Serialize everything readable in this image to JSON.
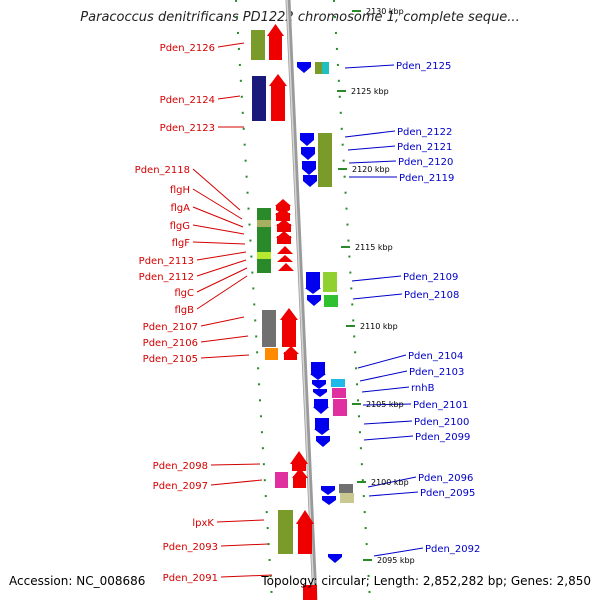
{
  "title": "Paracoccus denitrificans PD1222 chromosome 1, complete seque...",
  "footer": {
    "accession": "Accession: NC_008686",
    "topology": "Topology: circular; Length: 2,852,282 bp; Genes: 2,850"
  },
  "colors": {
    "reverse_label": "#d40000",
    "forward_label": "#0000c8",
    "backbone": "#9a9a9a",
    "tick": "#2a8a2a"
  },
  "scale_labels": [
    "2130 kbp",
    "2125 kbp",
    "2120 kbp",
    "2115 kbp",
    "2110 kbp",
    "2105 kbp",
    "2100 kbp",
    "2095 kbp"
  ],
  "reverse_labels": [
    "Pden_2126",
    "Pden_2124",
    "Pden_2123",
    "Pden_2118",
    "flgH",
    "flgA",
    "flgG",
    "flgF",
    "Pden_2113",
    "Pden_2112",
    "flgC",
    "flgB",
    "Pden_2107",
    "Pden_2106",
    "Pden_2105",
    "Pden_2098",
    "Pden_2097",
    "lpxK",
    "Pden_2093",
    "Pden_2091"
  ],
  "forward_labels": [
    "Pden_2125",
    "Pden_2122",
    "Pden_2121",
    "Pden_2120",
    "Pden_2119",
    "Pden_2109",
    "Pden_2108",
    "Pden_2104",
    "Pden_2103",
    "rnhB",
    "Pden_2101",
    "Pden_2100",
    "Pden_2099",
    "Pden_2096",
    "Pden_2095",
    "Pden_2092"
  ]
}
